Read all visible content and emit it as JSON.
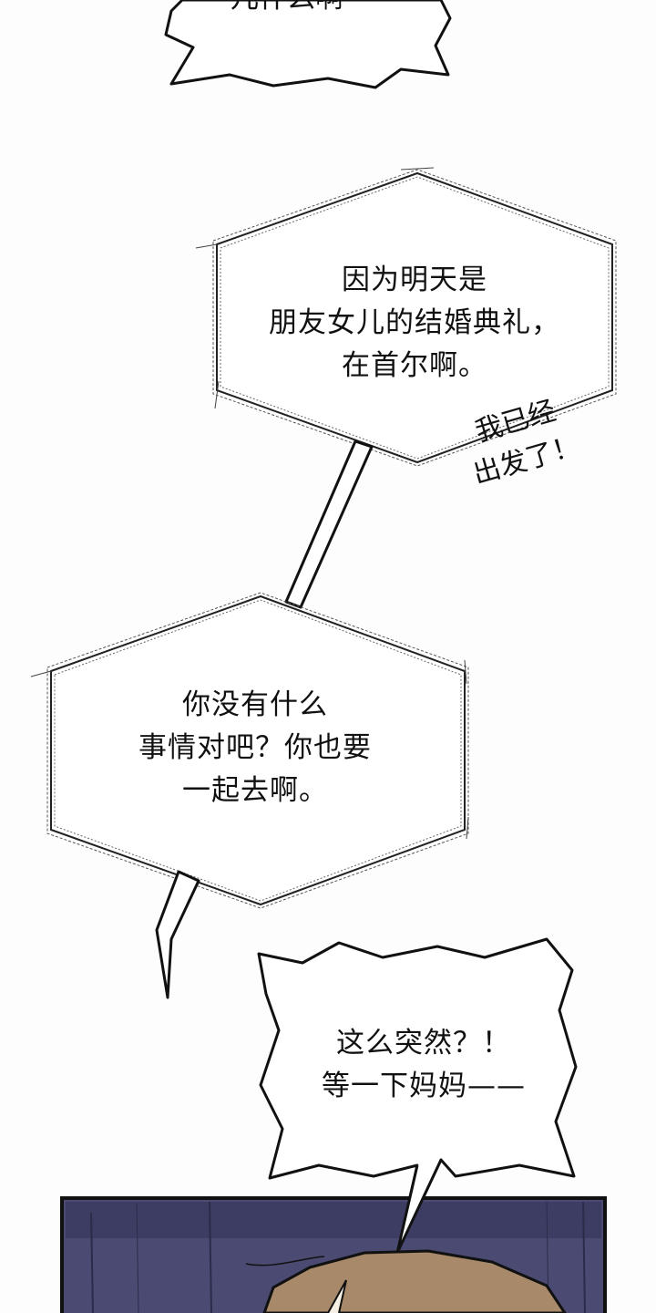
{
  "bubbles": {
    "top_fragment": "儿什么啊",
    "mom_first": {
      "lines": [
        "因为明天是",
        "朋友女儿的结婚典礼，",
        "在首尔啊。"
      ]
    },
    "aside": {
      "lines": [
        "我已经",
        "出发了！"
      ]
    },
    "mom_second": {
      "lines": [
        "你没有什么",
        "事情对吧？你也要",
        "一起去啊。"
      ]
    },
    "reply": {
      "lines": [
        "这么突然？！",
        "等一下妈妈——"
      ]
    }
  },
  "colors": {
    "ink": "#111111",
    "panel_bg": "#4a4a72",
    "panel_dark": "#2b2b4a",
    "hair": "#a8896a",
    "page_bg": "#fdfdfd"
  }
}
